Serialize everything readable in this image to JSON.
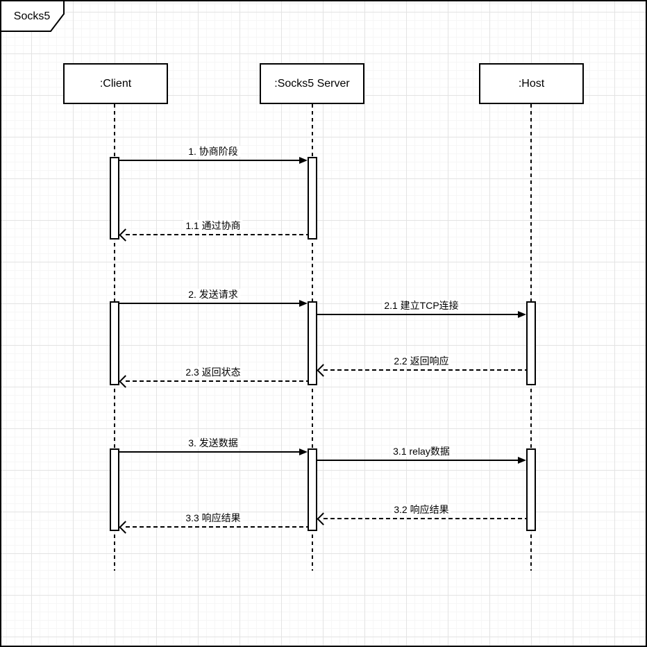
{
  "frame": {
    "title": "Socks5"
  },
  "lifelines": [
    {
      "id": "client",
      "label": ":Client"
    },
    {
      "id": "server",
      "label": ":Socks5 Server"
    },
    {
      "id": "host",
      "label": ":Host"
    }
  ],
  "messages": [
    {
      "seq": "1",
      "label": "1. 协商阶段",
      "from": ":Client",
      "to": ":Socks5 Server",
      "kind": "sync"
    },
    {
      "seq": "1.1",
      "label": "1.1 通过协商",
      "from": ":Socks5 Server",
      "to": ":Client",
      "kind": "return"
    },
    {
      "seq": "2",
      "label": "2. 发送请求",
      "from": ":Client",
      "to": ":Socks5 Server",
      "kind": "sync"
    },
    {
      "seq": "2.1",
      "label": "2.1 建立TCP连接",
      "from": ":Socks5 Server",
      "to": ":Host",
      "kind": "sync"
    },
    {
      "seq": "2.2",
      "label": "2.2 返回响应",
      "from": ":Host",
      "to": ":Socks5 Server",
      "kind": "return"
    },
    {
      "seq": "2.3",
      "label": "2.3 返回状态",
      "from": ":Socks5 Server",
      "to": ":Client",
      "kind": "return"
    },
    {
      "seq": "3",
      "label": "3. 发送数据",
      "from": ":Client",
      "to": ":Socks5 Server",
      "kind": "sync"
    },
    {
      "seq": "3.1",
      "label": "3.1 relay数据",
      "from": ":Socks5 Server",
      "to": ":Host",
      "kind": "sync"
    },
    {
      "seq": "3.2",
      "label": "3.2 响应结果",
      "from": ":Host",
      "to": ":Socks5 Server",
      "kind": "return"
    },
    {
      "seq": "3.3",
      "label": "3.3 响应结果",
      "from": ":Socks5 Server",
      "to": ":Client",
      "kind": "return"
    }
  ]
}
